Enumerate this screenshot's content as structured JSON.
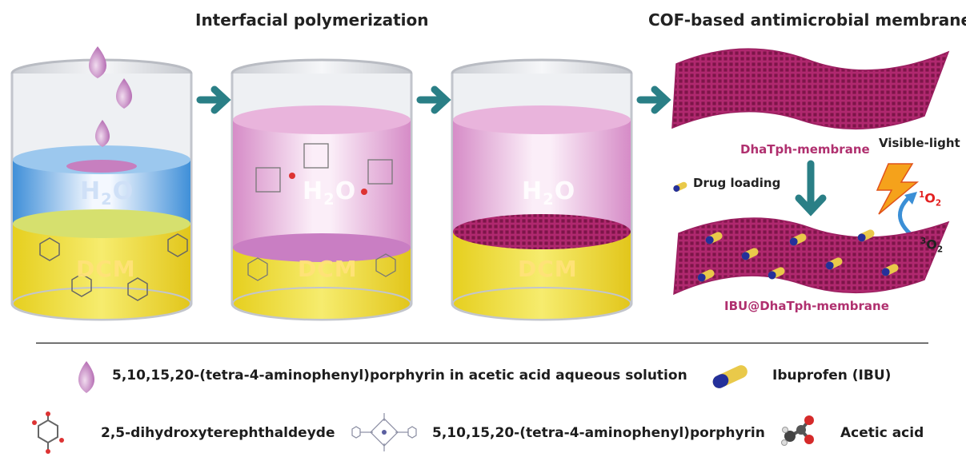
{
  "titles": {
    "left": "Interfacial polymerization",
    "right": "COF-based antimicrobial membrane"
  },
  "beakers": [
    {
      "top_label": "H",
      "top_sub": "2",
      "top_tail": "O",
      "bottom_label": "DCM"
    },
    {
      "top_label": "H",
      "top_sub": "2",
      "top_tail": "O",
      "bottom_label": "DCM"
    },
    {
      "top_label": "H",
      "top_sub": "2",
      "top_tail": "O",
      "bottom_label": "DCM"
    }
  ],
  "membranes": {
    "top_label": "DhaTph-membrane",
    "bottom_label": "IBU@DhaTph-membrane",
    "drug_loading": "Drug loading",
    "visible_light": "Visible-light",
    "singlet_oxygen": {
      "sup": "1",
      "base": "O",
      "sub": "2"
    },
    "triplet_oxygen": {
      "sup": "3",
      "base": "O",
      "sub": "2"
    }
  },
  "legend": {
    "droplet": "5,10,15,20-(tetra-4-aminophenyl)porphyrin in acetic acid aqueous solution",
    "ibuprofen": "Ibuprofen (IBU)",
    "aldehyde": "2,5-dihydroxyterephthaldeyde",
    "porphyrin": "5,10,15,20-(tetra-4-aminophenyl)porphyrin",
    "acetic": "Acetic acid"
  },
  "colors": {
    "arrow": "#2a7f86",
    "membrane": "#b22a73",
    "water_blue": "#5aa6e0",
    "water_pink": "#e6a8d6",
    "dcm_yellow": "#f1df3a",
    "droplet": "#c77dc4",
    "capsule_yellow": "#e9c94a",
    "capsule_blue": "#24309a",
    "o2_red": "#e32020"
  }
}
